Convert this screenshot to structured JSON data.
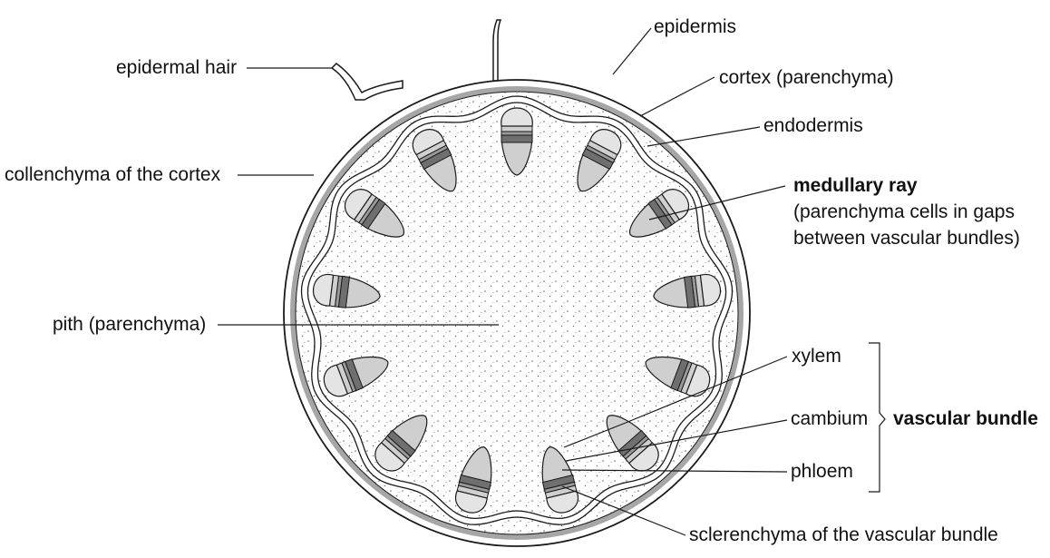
{
  "labels": {
    "epidermis": "epidermis",
    "epidermal_hair": "epidermal hair",
    "cortex": "cortex (parenchyma)",
    "endodermis": "endodermis",
    "collenchyma": "collenchyma of the cortex",
    "medullary_ray_title": "medullary ray",
    "medullary_ray_desc1": "(parenchyma cells in gaps",
    "medullary_ray_desc2": "between vascular bundles)",
    "pith": "pith (parenchyma)",
    "xylem": "xylem",
    "cambium": "cambium",
    "phloem": "phloem",
    "vascular_bundle": "vascular bundle",
    "sclerenchyma": "sclerenchyma of the vascular bundle"
  },
  "colors": {
    "outline": "#1a1a1a",
    "collenchyma_band": "#a6a6a6",
    "sclerenchyma_cap": "#e4e4e4",
    "phloem_fill": "#cfcfcf",
    "cambium_fill": "#9a9a9a",
    "xylem_fill": "#6f6f6f",
    "dot": "#6a6a6a"
  }
}
